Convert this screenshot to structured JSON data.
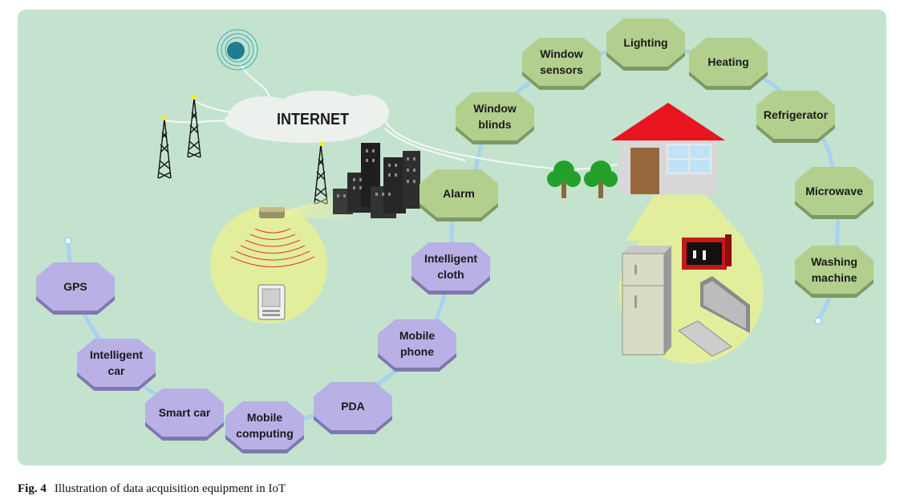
{
  "internet_label": "INTERNET",
  "home_nodes": [
    {
      "lines": [
        "Window",
        "blinds"
      ]
    },
    {
      "lines": [
        "Window",
        "sensors"
      ]
    },
    {
      "lines": [
        "Lighting"
      ]
    },
    {
      "lines": [
        "Heating"
      ]
    },
    {
      "lines": [
        "Refrigerator"
      ]
    },
    {
      "lines": [
        "Microwave"
      ]
    },
    {
      "lines": [
        "Washing",
        "machine"
      ]
    }
  ],
  "personal_nodes": [
    {
      "lines": [
        "Alarm"
      ]
    },
    {
      "lines": [
        "Intelligent",
        "cloth"
      ]
    },
    {
      "lines": [
        "Mobile",
        "phone"
      ]
    },
    {
      "lines": [
        "PDA"
      ]
    },
    {
      "lines": [
        "Mobile",
        "computing"
      ]
    },
    {
      "lines": [
        "Smart car"
      ]
    },
    {
      "lines": [
        "Intelligent",
        "car"
      ]
    },
    {
      "lines": [
        "GPS"
      ]
    }
  ],
  "caption": {
    "fig_label": "Fig. 4",
    "text": "Illustration of data acquisition equipment in IoT"
  },
  "colors": {
    "background_panel": "#c3e3cf",
    "home_node_fill": "#b3cf8e",
    "personal_node_fill": "#b9b0e6",
    "link_line": "#a8d3f0",
    "highlight_circle": "#e3ee9c",
    "roof": "#e8141e"
  }
}
